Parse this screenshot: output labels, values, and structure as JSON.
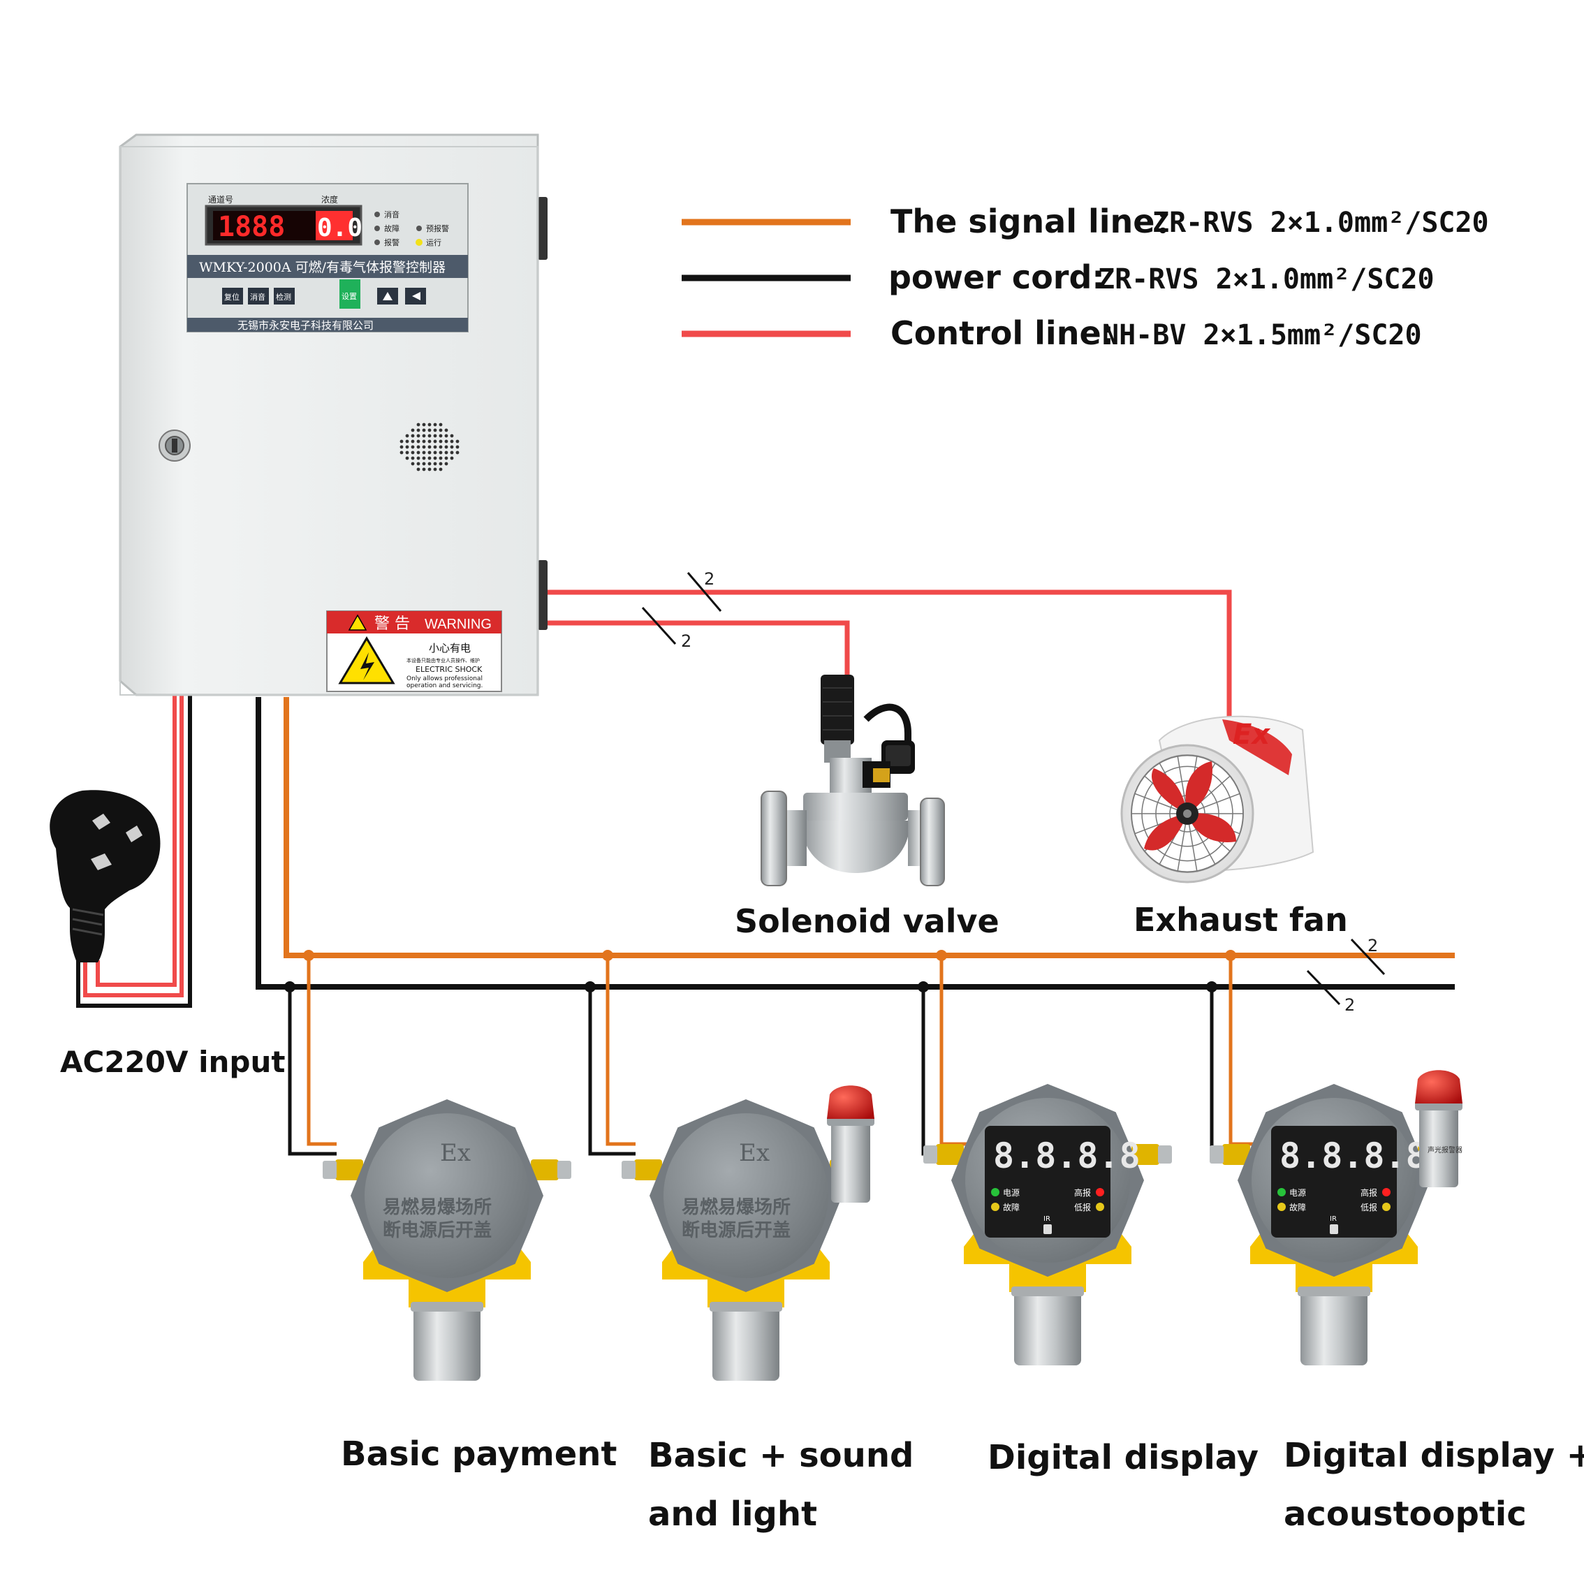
{
  "colors": {
    "signal": "#e2741c",
    "power": "#111111",
    "control": "#f04a4a",
    "cabinet": "#e9ecec",
    "detector_body": "#8b9195",
    "detector_bracket": "#f5c400",
    "led_red": "#ff2020"
  },
  "legend": [
    {
      "name": "The signal line：",
      "spec": "ZR-RVS  2×1.0mm²/SC20",
      "color_key": "signal"
    },
    {
      "name": "power cord:",
      "spec": "ZR-RVS  2×1.0mm²/SC20",
      "color_key": "power"
    },
    {
      "name": "Control line:",
      "spec": "NH-BV   2×1.5mm²/SC20",
      "color_key": "control"
    }
  ],
  "controller": {
    "panel_channel_label": "通道号",
    "panel_conc_label": "浓度",
    "display_digits": "1888",
    "display_value": "0.0",
    "indicators": [
      "消音",
      "故障",
      "报警",
      "预报警",
      "运行"
    ],
    "model_title": "WMKY-2000A 可燃/有毒气体报警控制器",
    "buttons": [
      "复位",
      "消音",
      "检测",
      "设置"
    ],
    "company": "无锡市永安电子科技有限公司",
    "warning_header_cn": "警 告",
    "warning_header_en": "WARNING",
    "warning_cn": "小心有电",
    "warning_cn_sub": "本设备只能由专业人员操作、维护",
    "warning_en_title": "ELECTRIC SHOCK",
    "warning_en_body1": "Only allows professional",
    "warning_en_body2": "operation and servicing."
  },
  "wire_counts": [
    "2",
    "2",
    "2",
    "2"
  ],
  "power_input": {
    "label": "AC220V input"
  },
  "outputs": [
    {
      "label": "Solenoid valve",
      "icon": "solenoid-valve-icon"
    },
    {
      "label": "Exhaust fan",
      "icon": "exhaust-fan-icon",
      "badge": "Ex"
    }
  ],
  "detectors": [
    {
      "label_lines": [
        "Basic payment"
      ],
      "face_text": "Ex",
      "face_cn_1": "易燃易爆场所",
      "face_cn_2": "断电源后开盖",
      "digital": false,
      "beacon": false
    },
    {
      "label_lines": [
        "Basic + sound",
        "and light"
      ],
      "face_text": "Ex",
      "face_cn_1": "易燃易爆场所",
      "face_cn_2": "断电源后开盖",
      "digital": false,
      "beacon": true
    },
    {
      "label_lines": [
        "Digital display"
      ],
      "display": "8.8.8.8",
      "ind_power": "电源",
      "ind_fault": "故障",
      "ind_high": "高报",
      "ind_low": "低报",
      "ir": "IR",
      "digital": true,
      "beacon": false
    },
    {
      "label_lines": [
        "Digital display +",
        "acoustooptic"
      ],
      "display": "8.8.8.8",
      "ind_power": "电源",
      "ind_fault": "故障",
      "ind_high": "高报",
      "ind_low": "低报",
      "ir": "IR",
      "digital": true,
      "beacon": true,
      "beacon_label": "声光报警器"
    }
  ]
}
